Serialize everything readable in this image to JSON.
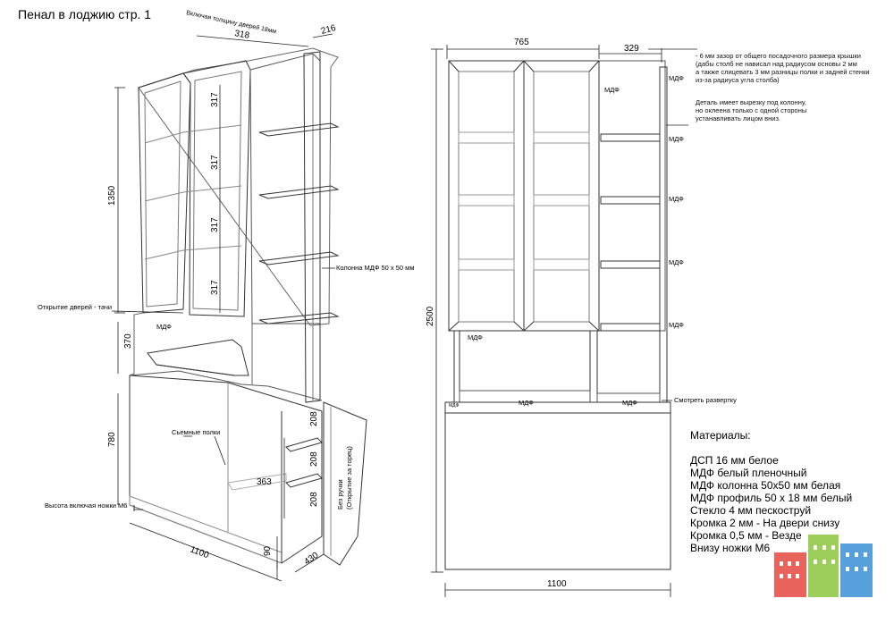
{
  "title": "Пенал в лоджию стр. 1",
  "dimensions": {
    "top_depth_318": "318",
    "top_depth_216": "216",
    "door_thickness_note": "Включая толщину дверей 18мм",
    "shelf_317": "317",
    "height_1350": "1350",
    "height_370": "370",
    "height_780": "780",
    "shelf_208": "208",
    "inner_363": "363",
    "base_90": "90",
    "depth_430": "430",
    "width_1100": "1100",
    "front_765": "765",
    "front_329": "329",
    "front_2500": "2500",
    "front_1100": "1100"
  },
  "labels": {
    "column": "Колонна МДФ 50 x 50 мм",
    "door_open": "Открытие дверей - тачи",
    "mdf": "МДФ",
    "removable": "Сьемные полки",
    "no_handle_1": "Без ручки",
    "no_handle_2": "(Открытие за торец)",
    "height_incl_legs": "Высота включая ножки М6",
    "see_unfold": "Смотреть развертку",
    "mdf_small": "МДФ"
  },
  "notes": {
    "gap_note": [
      "- 6 мм зазор от общего посадочного размера крышки",
      "(дабы столб не нависал над радиусом основы 2 мм",
      " а также слицевать 3 мм разницы полки и задней стенки",
      "из-за радиуса угла столба)"
    ],
    "cutout_note": [
      "Деталь имеет вырезку под колонну,",
      "но оклеена только с одной стороны",
      "устанавливать лицом вниз."
    ]
  },
  "materials": {
    "heading": "Материалы:",
    "items": [
      "ДСП 16 мм белое",
      "МДФ белый пленочный",
      "МДФ колонна 50х50 мм белая",
      "МДФ профиль 50 х 18 мм белый",
      "Стекло 4 мм пескоструй",
      "Кромка 2 мм - На двери снизу",
      "Кромка 0,5 мм - Везде",
      "Внизу ножки М6"
    ]
  },
  "colors": {
    "line": "#333333",
    "light": "#bdbdbd",
    "logo_red": "#e3483f",
    "logo_green": "#8cc63f",
    "logo_blue": "#3b8fd6"
  }
}
